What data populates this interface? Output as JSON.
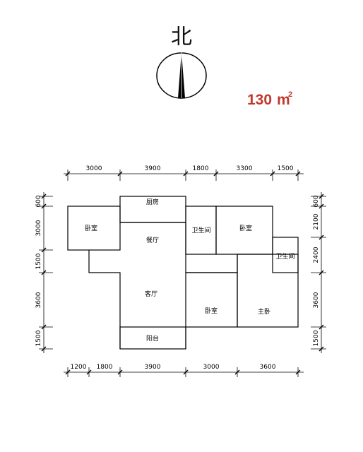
{
  "north": {
    "label": "北"
  },
  "area": {
    "value": "130",
    "unit": "m",
    "unit_sup": "2"
  },
  "dims": {
    "top": [
      "3000",
      "3900",
      "1800",
      "3300",
      "1500"
    ],
    "bottom": [
      "1200",
      "1800",
      "3900",
      "3000",
      "3600"
    ],
    "left": [
      "600",
      "3000",
      "1500",
      "3600",
      "1500"
    ],
    "right": [
      "600",
      "2100",
      "2400",
      "3600",
      "1500"
    ]
  },
  "rooms": {
    "bedroom_nw": "卧室",
    "kitchen": "厨房",
    "dining": "餐厅",
    "bath1": "卫生间",
    "bedroom_ne": "卧室",
    "bath2": "卫生间",
    "living": "客厅",
    "bedroom_s": "卧室",
    "master": "主卧",
    "balcony": "阳台"
  }
}
